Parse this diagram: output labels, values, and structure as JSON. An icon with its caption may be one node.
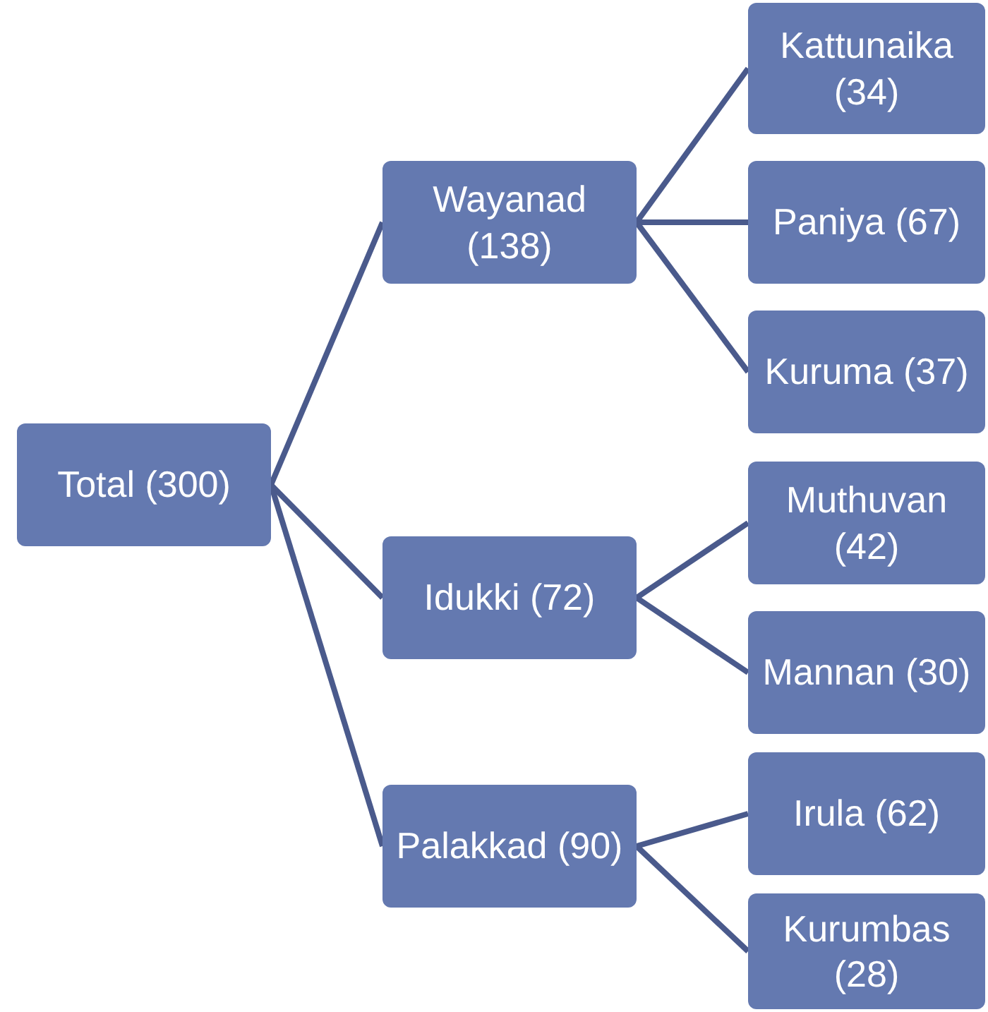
{
  "diagram": {
    "nodes": [
      {
        "text": [
          "Total (300)"
        ]
      },
      {
        "text": [
          "Wayanad (138)"
        ]
      },
      {
        "text": [
          "Idukki (72)"
        ]
      },
      {
        "text": [
          "Palakkad (90)"
        ]
      },
      {
        "text": [
          "Kattunaika (34)"
        ]
      },
      {
        "text": [
          "Paniya (67)"
        ]
      },
      {
        "text": [
          "Kuruma (37)"
        ]
      },
      {
        "text": [
          "Muthuvan (42)"
        ]
      },
      {
        "text": [
          "Mannan (30)"
        ]
      },
      {
        "text": [
          "Irula (62)"
        ]
      },
      {
        "text": [
          "Kurumbas (28)"
        ]
      }
    ],
    "edges": [
      {
        "from": 0,
        "to": 1,
        "arrow": "none"
      },
      {
        "from": 0,
        "to": 2,
        "arrow": "none"
      },
      {
        "from": 0,
        "to": 3,
        "arrow": "none"
      },
      {
        "from": 1,
        "to": 4,
        "arrow": "none"
      },
      {
        "from": 1,
        "to": 5,
        "arrow": "none"
      },
      {
        "from": 1,
        "to": 6,
        "arrow": "none"
      },
      {
        "from": 2,
        "to": 7,
        "arrow": "none"
      },
      {
        "from": 2,
        "to": 8,
        "arrow": "none"
      },
      {
        "from": 3,
        "to": 9,
        "arrow": "none"
      },
      {
        "from": 3,
        "to": 10,
        "arrow": "none"
      }
    ]
  }
}
